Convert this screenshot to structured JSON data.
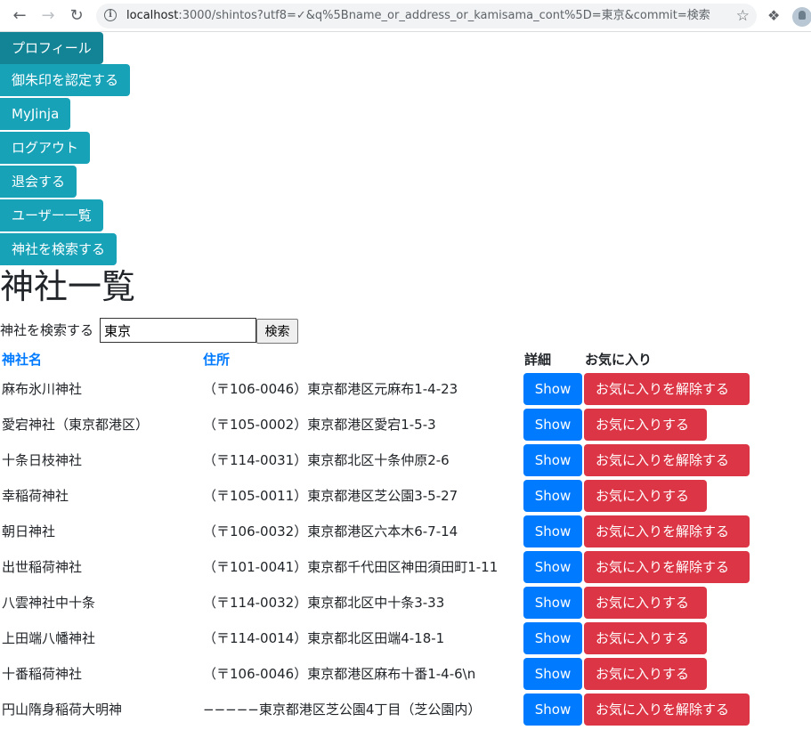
{
  "browser": {
    "url_host": "localhost",
    "url_rest": ":3000/shintos?utf8=✓&q%5Bname_or_address_or_kamisama_cont%5D=東京&commit=検索"
  },
  "nav_links": [
    {
      "label": "プロフィール"
    },
    {
      "label": "御朱印を認定する"
    },
    {
      "label": "MyJinja"
    },
    {
      "label": "ログアウト"
    },
    {
      "label": "退会する"
    },
    {
      "label": "ユーザー一覧"
    },
    {
      "label": "神社を検索する"
    }
  ],
  "page_title": "神社一覧",
  "search": {
    "label": "神社を検索する",
    "value": "東京",
    "submit_label": "検索"
  },
  "table": {
    "headers": {
      "name": "神社名",
      "address": "住所",
      "detail": "詳細",
      "favorite": "お気に入り"
    },
    "show_label": "Show",
    "fav_remove_label": "お気に入りを解除する",
    "fav_add_label": "お気に入りする",
    "rows": [
      {
        "name": "麻布氷川神社",
        "address": "（〒106-0046）東京都港区元麻布1-4-23",
        "favorited": true
      },
      {
        "name": "愛宕神社（東京都港区）",
        "address": "（〒105-0002）東京都港区愛宕1-5-3",
        "favorited": false
      },
      {
        "name": "十条日枝神社",
        "address": "（〒114-0031）東京都北区十条仲原2-6",
        "favorited": true
      },
      {
        "name": "幸稲荷神社",
        "address": "（〒105-0011）東京都港区芝公園3-5-27",
        "favorited": false
      },
      {
        "name": "朝日神社",
        "address": "（〒106-0032）東京都港区六本木6-7-14",
        "favorited": true
      },
      {
        "name": "出世稲荷神社",
        "address": "（〒101-0041）東京都千代田区神田須田町1-11",
        "favorited": true
      },
      {
        "name": "八雲神社中十条",
        "address": "（〒114-0032）東京都北区中十条3-33",
        "favorited": false
      },
      {
        "name": "上田端八幡神社",
        "address": "（〒114-0014）東京都北区田端4-18-1",
        "favorited": false
      },
      {
        "name": "十番稲荷神社",
        "address": "（〒106-0046）東京都港区麻布十番1-4-6\\n",
        "favorited": false
      },
      {
        "name": "円山隋身稲荷大明神",
        "address": "−−−−−東京都港区芝公園4丁目（芝公園内）",
        "favorited": true
      }
    ]
  }
}
